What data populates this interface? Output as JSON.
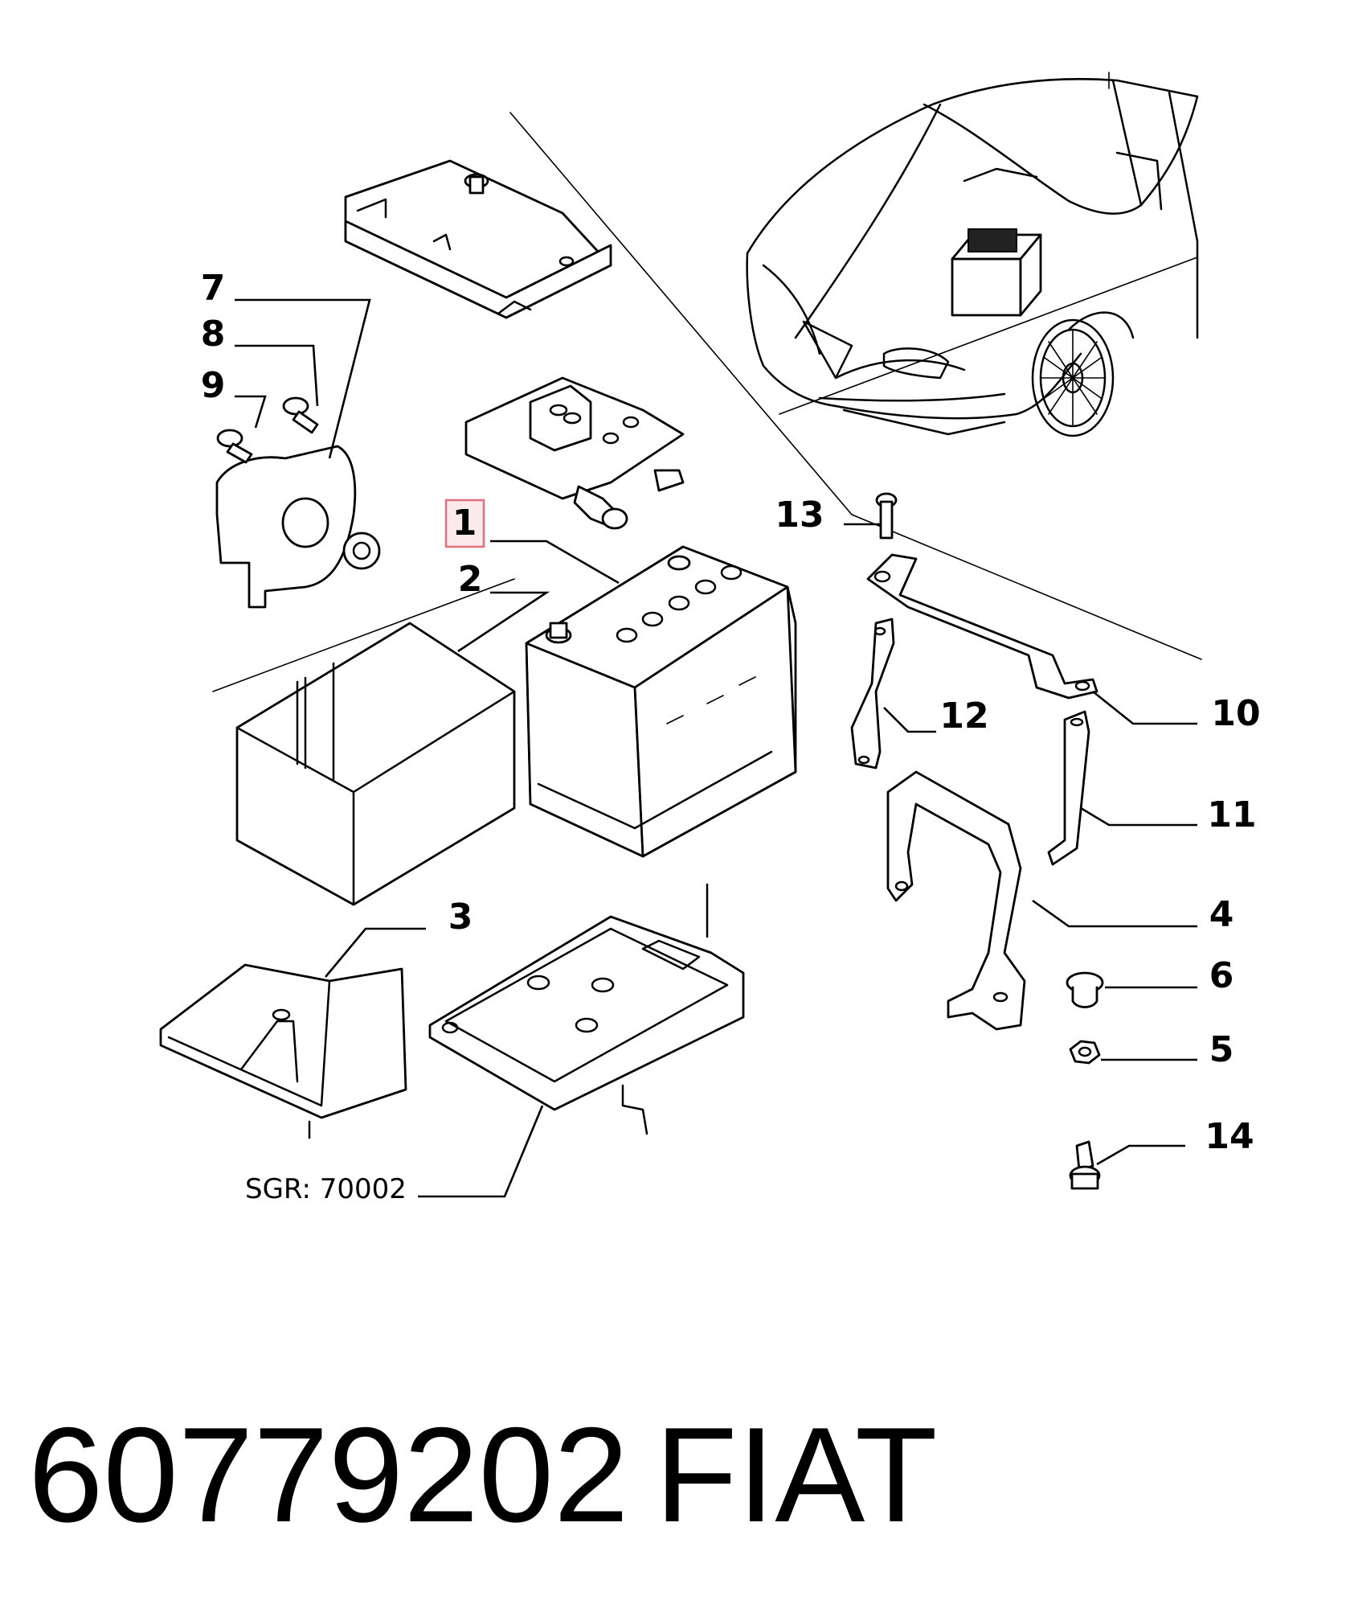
{
  "callouts": {
    "c1": "1",
    "c2": "2",
    "c3": "3",
    "c4": "4",
    "c5": "5",
    "c6": "6",
    "c7": "7",
    "c8": "8",
    "c9": "9",
    "c10": "10",
    "c11": "11",
    "c12": "12",
    "c13": "13",
    "c14": "14"
  },
  "highlighted_callout": "1",
  "sgr_label": "SGR: 70002",
  "footer": {
    "part_number": "60779202",
    "brand": "FIAT"
  },
  "colors": {
    "highlight_fill": "#fbe9ec",
    "highlight_border": "#e0707f",
    "line": "#000000"
  }
}
